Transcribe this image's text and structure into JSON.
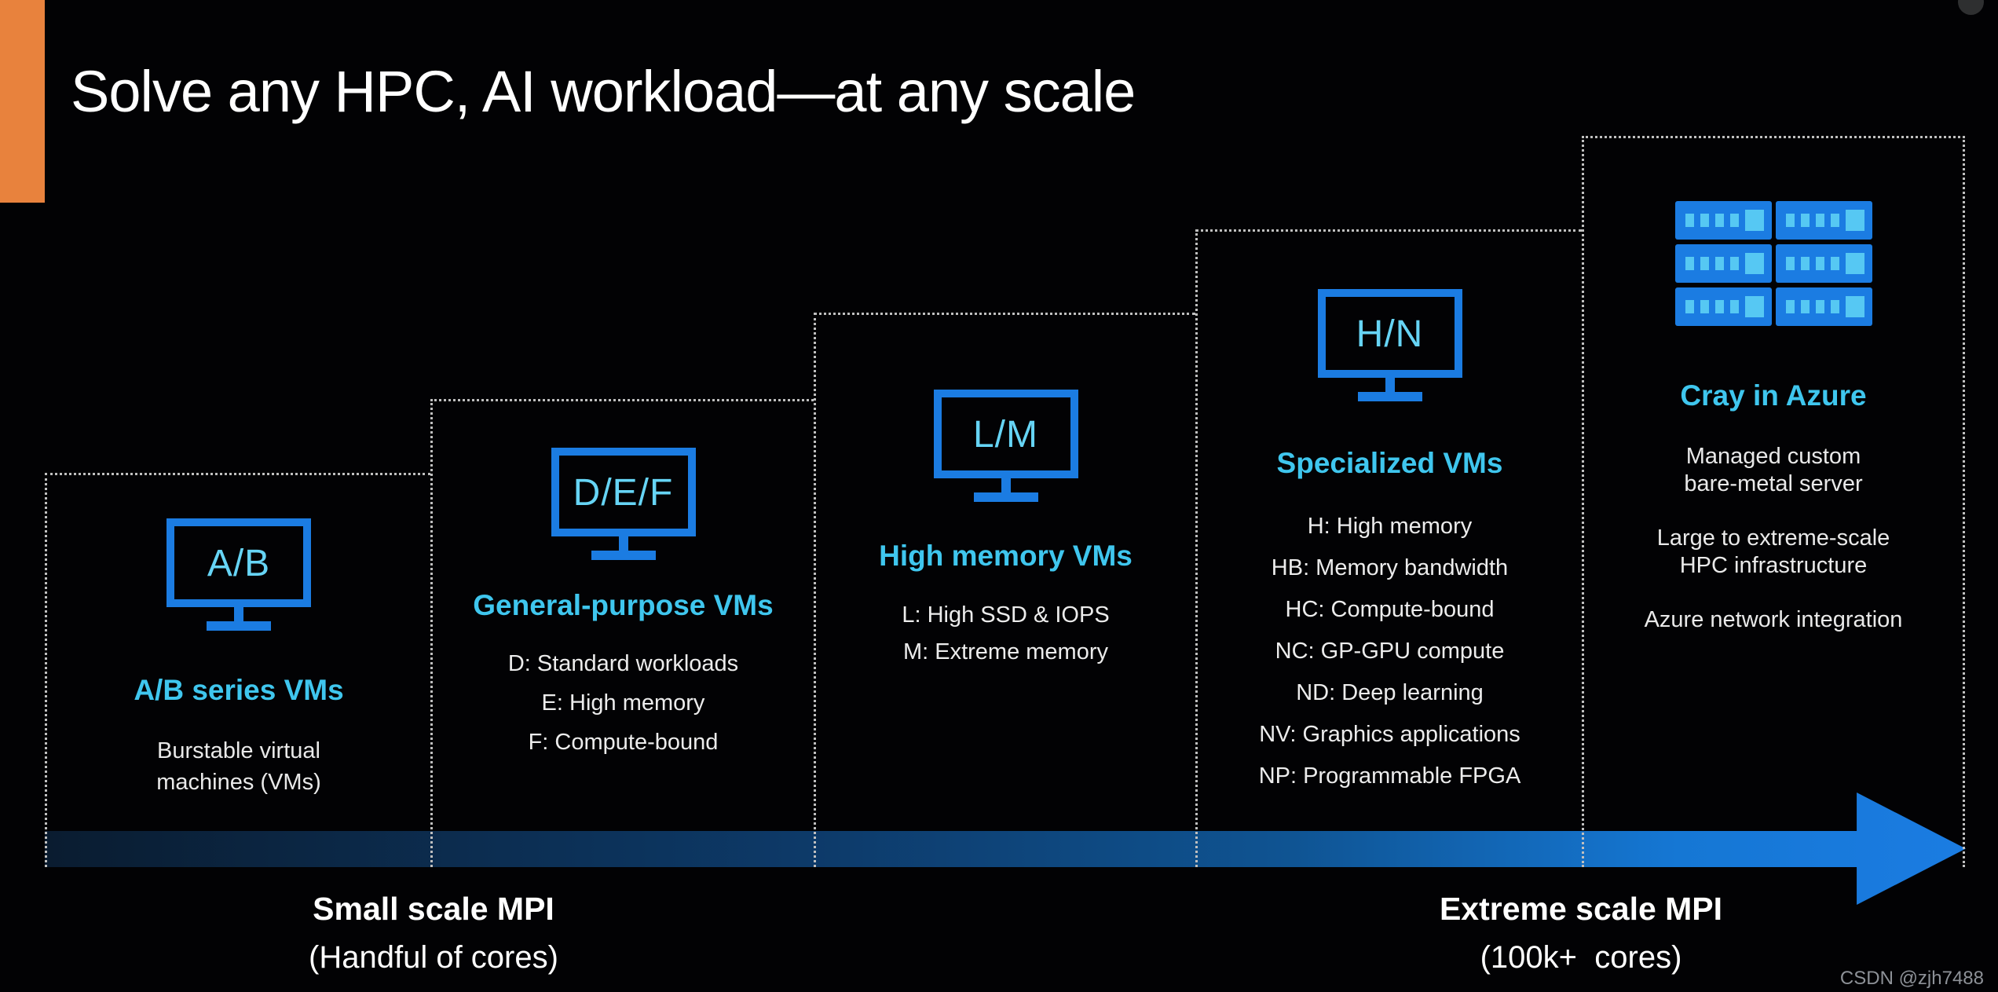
{
  "title": "Solve any HPC, AI workload—at any scale",
  "columns": [
    {
      "icon": "monitor",
      "icon_label": "A/B",
      "heading": "A/B series VMs",
      "desc_lines": [
        "Burstable virtual",
        "machines (VMs)"
      ]
    },
    {
      "icon": "monitor",
      "icon_label": "D/E/F",
      "heading": "General-purpose VMs",
      "items": [
        "D: Standard workloads",
        "E: High memory",
        "F: Compute-bound"
      ]
    },
    {
      "icon": "monitor",
      "icon_label": "L/M",
      "heading": "High memory VMs",
      "items": [
        "L: High SSD & IOPS",
        "M: Extreme memory"
      ]
    },
    {
      "icon": "monitor",
      "icon_label": "H/N",
      "heading": "Specialized VMs",
      "items": [
        "H: High memory",
        "HB: Memory bandwidth",
        "HC: Compute-bound",
        "NC: GP-GPU compute",
        "ND: Deep learning",
        "NV: Graphics applications",
        "NP: Programmable FPGA"
      ]
    },
    {
      "icon": "server-rack",
      "heading": "Cray in Azure",
      "paragraphs": [
        [
          "Managed custom",
          "bare-metal server"
        ],
        [
          "Large to extreme-scale",
          "HPC infrastructure"
        ],
        [
          "Azure network integration"
        ]
      ]
    }
  ],
  "axis": {
    "left_title": "Small scale MPI",
    "left_sub": "(Handful of cores)",
    "right_title": "Extreme scale MPI",
    "right_sub": "(100k+  cores)"
  },
  "watermark": "CSDN @zjh7488",
  "colors": {
    "accent_blue": "#1B7CE2",
    "label_cyan": "#3FC6EE",
    "screen_cyan": "#66D4F5",
    "orange": "#E8823D",
    "arrow_dark": "#0A1C30"
  }
}
